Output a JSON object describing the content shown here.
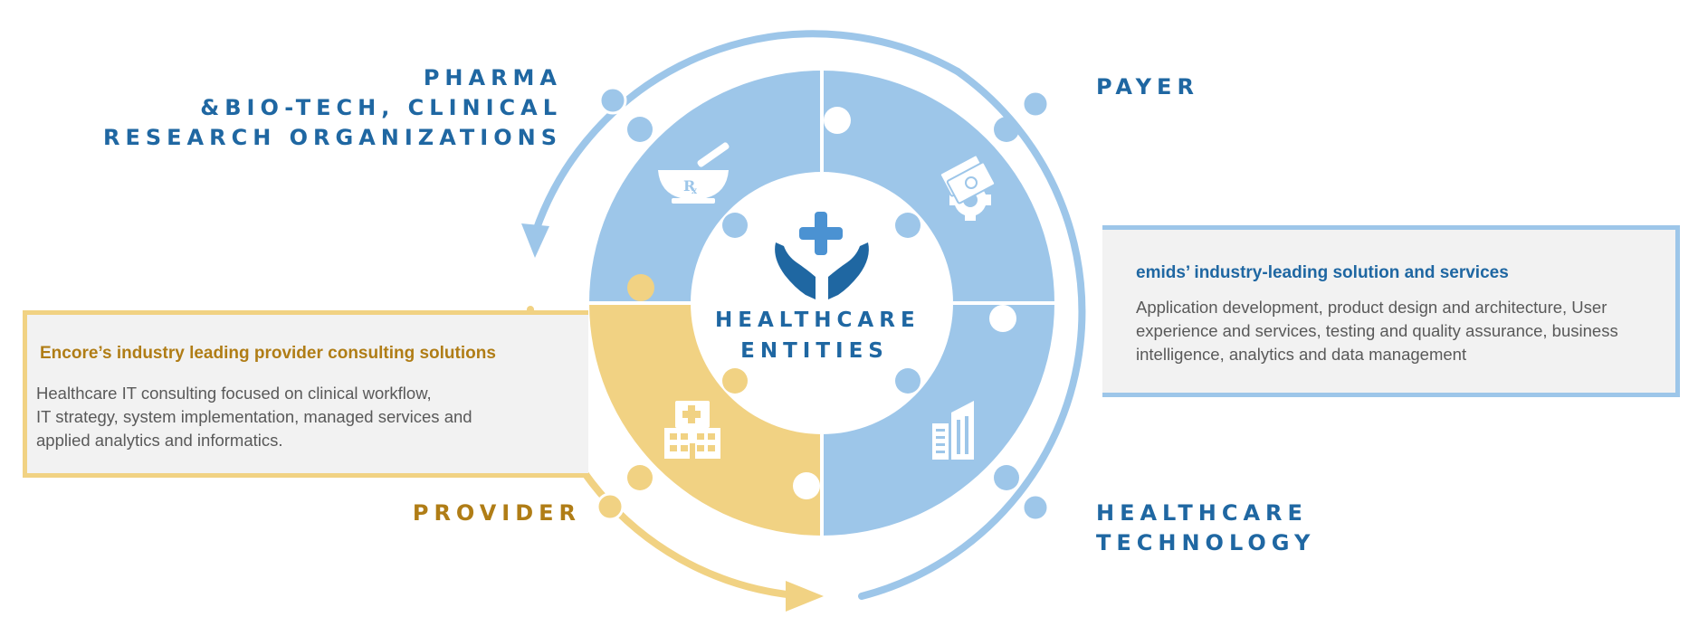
{
  "colors": {
    "light_blue": "#9dc6e9",
    "dark_blue": "#1f67a2",
    "yellow": "#f1d283",
    "gold_text": "#b07d16",
    "callout_bg": "#f2f2f2",
    "body_text": "#595959"
  },
  "center": {
    "title_line1": "HEALTHCARE",
    "title_line2": "ENTITIES",
    "icon": "hands-cross-icon"
  },
  "segments": {
    "pharma": {
      "line1": "PHARMA",
      "line2": "&BIO-TECH, CLINICAL",
      "line3": "RESEARCH ORGANIZATIONS",
      "icon": "mortar-pestle-rx-icon"
    },
    "payer": {
      "line1": "PAYER",
      "icon": "money-gear-icon"
    },
    "provider": {
      "line1": "PROVIDER",
      "icon": "hospital-icon"
    },
    "technology": {
      "line1": "HEALTHCARE",
      "line2": "TECHNOLOGY",
      "icon": "office-building-icon"
    }
  },
  "callouts": {
    "provider": {
      "heading": "Encore’s industry leading provider consulting solutions",
      "body_line1": "Healthcare IT consulting focused on clinical workflow,",
      "body_line2": "IT strategy, system implementation, managed services and",
      "body_line3": "applied analytics and informatics."
    },
    "emids": {
      "heading": "emids’ industry-leading solution and services",
      "body_line1": "Application development, product design and architecture, User",
      "body_line2": "experience and services, testing and quality assurance, business",
      "body_line3": "intelligence, analytics and data management"
    }
  }
}
